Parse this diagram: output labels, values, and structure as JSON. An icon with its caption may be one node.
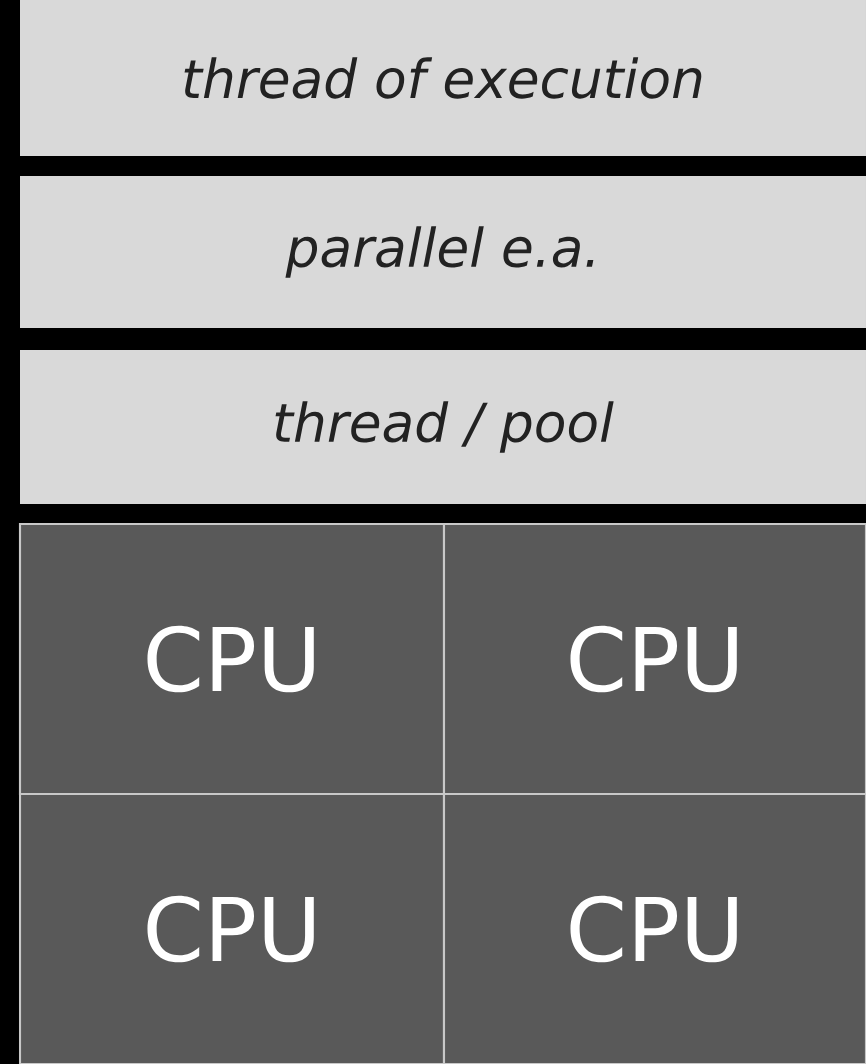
{
  "diagram": {
    "nodes": [
      {
        "text": [
          "thread of execution"
        ]
      },
      {
        "text": [
          "parallel e.a."
        ]
      },
      {
        "text": [
          "thread / pool"
        ]
      },
      {
        "text": [
          "CPU"
        ]
      },
      {
        "text": [
          "CPU"
        ]
      },
      {
        "text": [
          "CPU"
        ]
      },
      {
        "text": [
          "CPU"
        ]
      }
    ]
  }
}
